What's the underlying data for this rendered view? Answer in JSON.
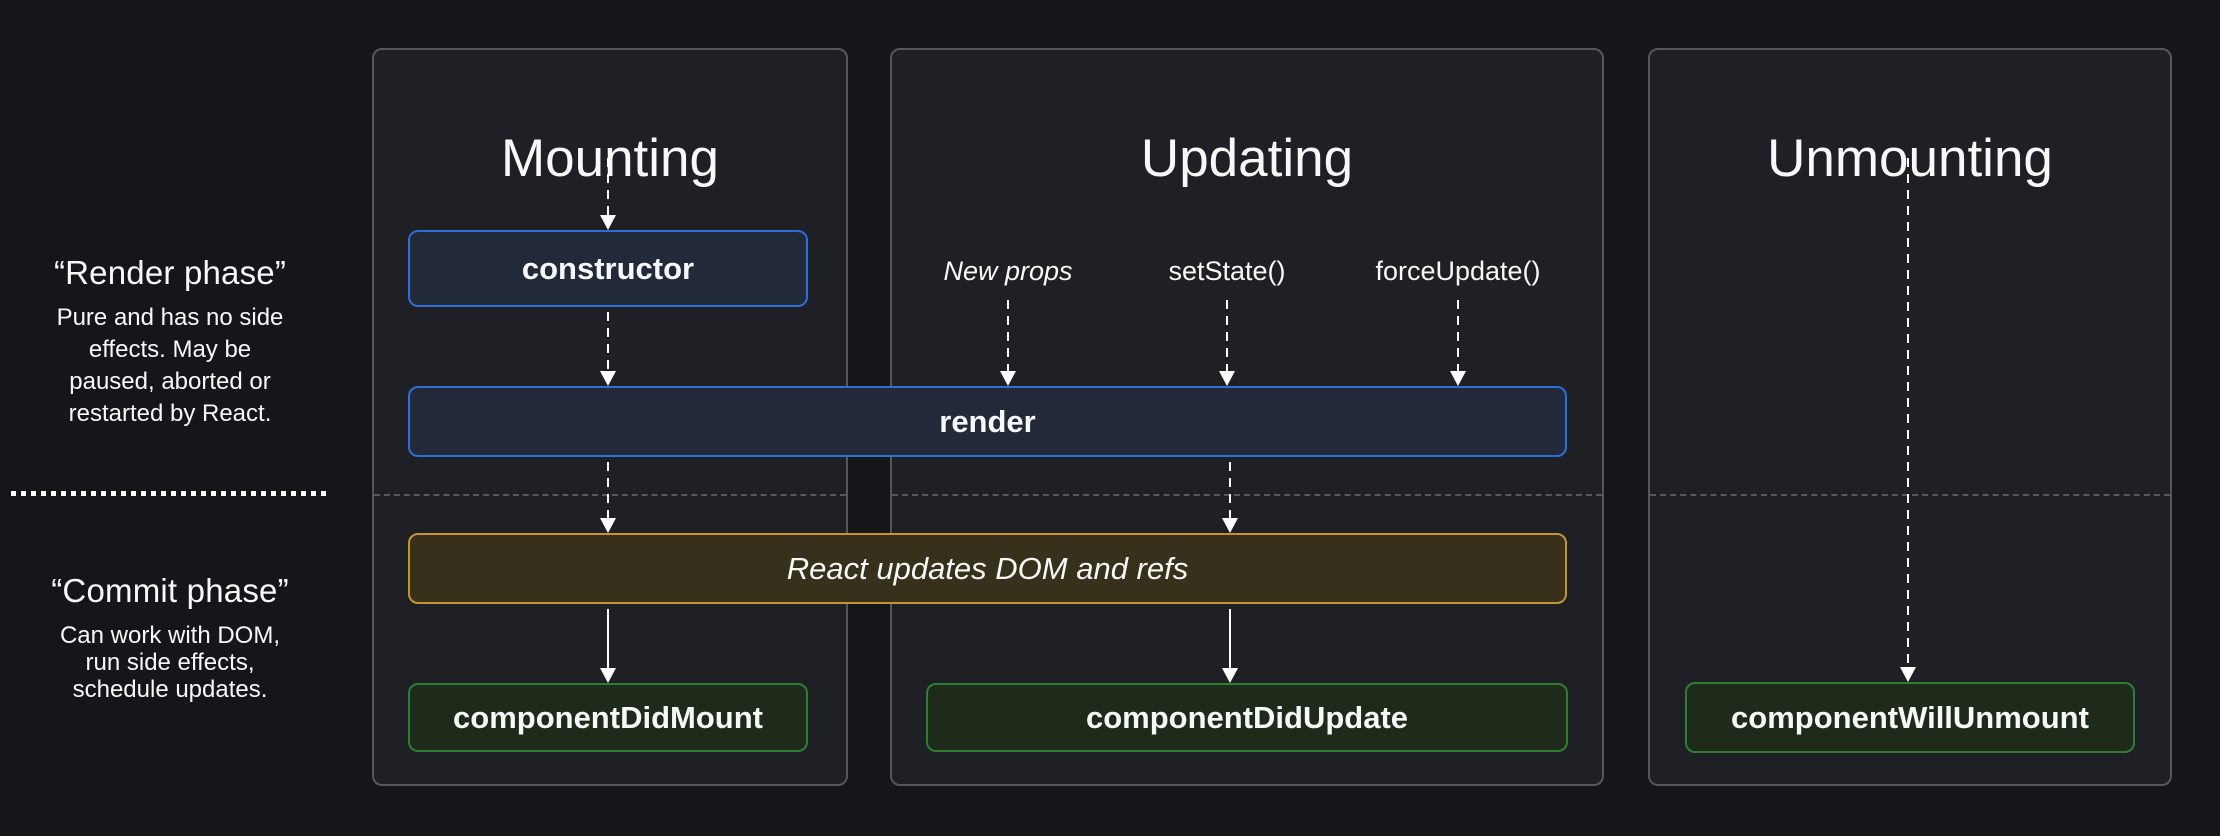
{
  "diagram": {
    "sidebar": {
      "render_phase": {
        "title": "“Render phase”",
        "lines": [
          "Pure and has no side",
          "effects. May be",
          "paused, aborted or",
          "restarted by React."
        ]
      },
      "commit_phase": {
        "title": "“Commit phase”",
        "lines": [
          "Can work with DOM,",
          "run side effects,",
          "schedule updates."
        ]
      }
    },
    "columns": {
      "mounting": {
        "title": "Mounting"
      },
      "updating": {
        "title": "Updating",
        "triggers": {
          "new_props": "New props",
          "set_state": "setState()",
          "force_update": "forceUpdate()"
        }
      },
      "unmounting": {
        "title": "Unmounting"
      }
    },
    "boxes": {
      "constructor": "constructor",
      "render": "render",
      "dom_update": "React updates DOM and refs",
      "did_mount": "componentDidMount",
      "did_update": "componentDidUpdate",
      "will_unmount": "componentWillUnmount"
    },
    "colors": {
      "page_background": "#15161a",
      "panel_background": "#1e2025",
      "panel_border": "#55575c",
      "render_phase_box_border": "#2d6fd9",
      "render_phase_box_fill": "#222a39",
      "dom_update_box_border": "#c49432",
      "dom_update_box_fill": "#37301b",
      "commit_phase_box_border": "#2f7d33",
      "commit_phase_box_fill": "#1e2a1a",
      "arrow_color": "#ffffff",
      "text_color": "#f7f8f8"
    }
  }
}
